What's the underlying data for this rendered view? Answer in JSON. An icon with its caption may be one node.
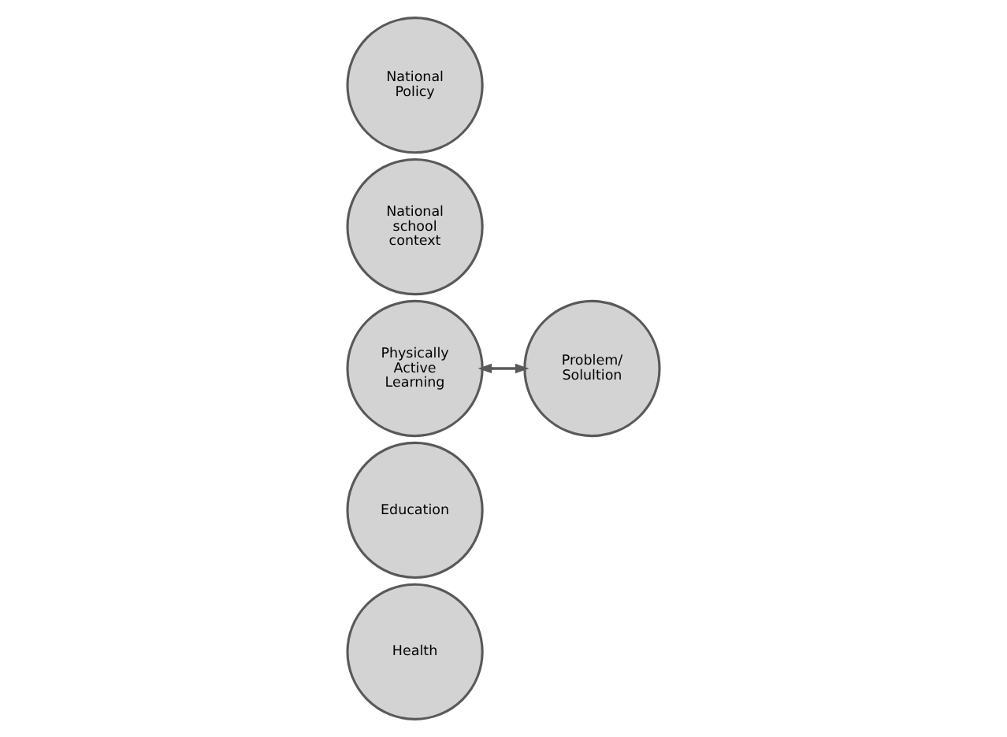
{
  "diagram": {
    "nodes": [
      {
        "text": [
          "Health"
        ]
      },
      {
        "text": [
          "Education"
        ]
      },
      {
        "text": [
          "Physically Active Learning"
        ]
      },
      {
        "text": [
          "National school context"
        ]
      },
      {
        "text": [
          "National Policy"
        ]
      },
      {
        "text": [
          "Problem/ Solultion"
        ]
      }
    ],
    "edges": [
      {
        "from": 2,
        "to": 5,
        "arrow": "both"
      }
    ]
  }
}
